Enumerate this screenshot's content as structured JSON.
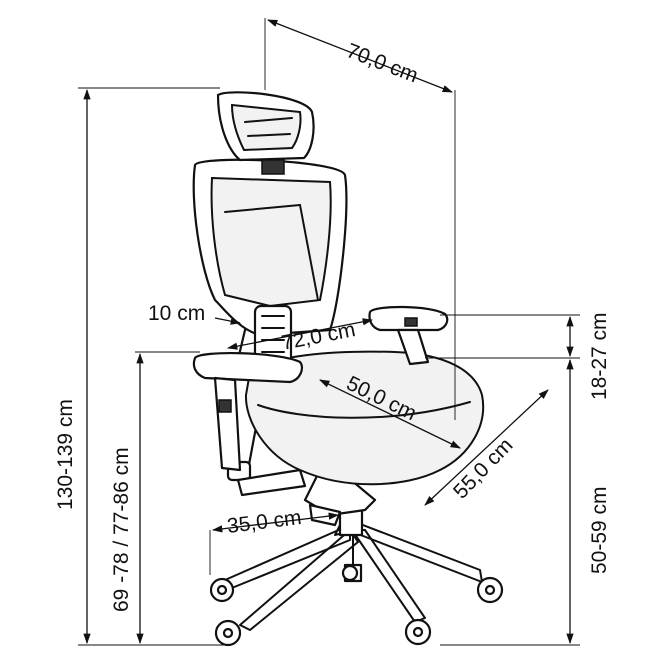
{
  "dimensions": {
    "width": "70,0 cm",
    "height_total": "130-139 cm",
    "armrest_height": "69 -78 / 77-86 cm",
    "armrest_width": "10 cm",
    "armrest_spacing": "72,0 cm",
    "seat_width": "50,0 cm",
    "depth": "55,0 cm",
    "base_radius": "35,0 cm",
    "seat_height": "50-59 cm",
    "armrest_above_seat": "18-27 cm"
  },
  "colors": {
    "line": "#111111",
    "background": "#ffffff"
  }
}
